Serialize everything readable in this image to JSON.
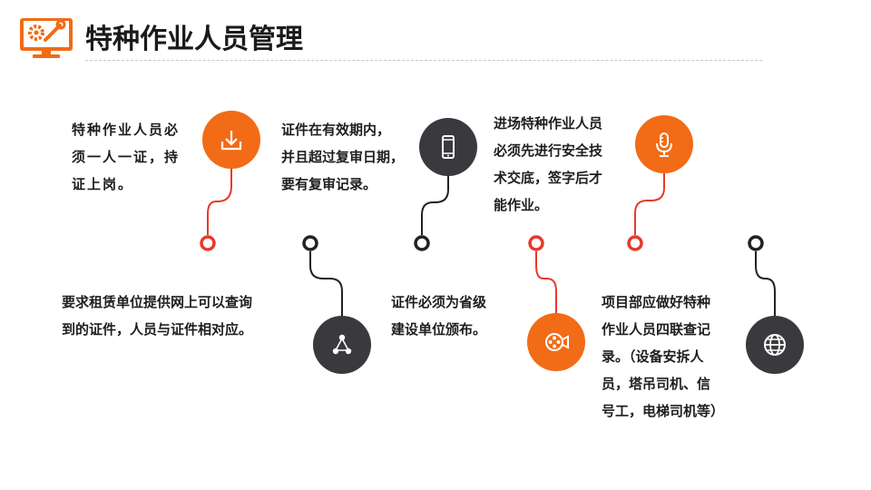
{
  "title": "特种作业人员管理",
  "colors": {
    "accent": "#f26b16",
    "dark": "#3a3a3e",
    "line_accent": "#e63a2e",
    "line_dark": "#222222"
  },
  "items": [
    {
      "text": "特种作业人员必\n须一人一证，持\n证上岗。",
      "icon": "download-icon",
      "style": "orange"
    },
    {
      "text": "要求租赁单位提供网上可以查询\n到的证件，人员与证件相对应。",
      "icon": "share-nodes-icon",
      "style": "dark"
    },
    {
      "text": "证件在有效期内，\n并且超过复审日期，\n要有复审记录。",
      "icon": "smartphone-icon",
      "style": "dark"
    },
    {
      "text": "证件必须为省级\n建设单位颁布。",
      "icon": "film-camera-icon",
      "style": "orange"
    },
    {
      "text": "进场特种作业人员\n必须先进行安全技\n术交底，签字后才\n能作业。",
      "icon": "microphone-icon",
      "style": "orange"
    },
    {
      "text": "项目部应做好特种\n作业人员四联查记\n录。（设备安拆人\n员，塔吊司机、信\n号工，电梯司机等）",
      "icon": "globe-icon",
      "style": "dark"
    }
  ]
}
